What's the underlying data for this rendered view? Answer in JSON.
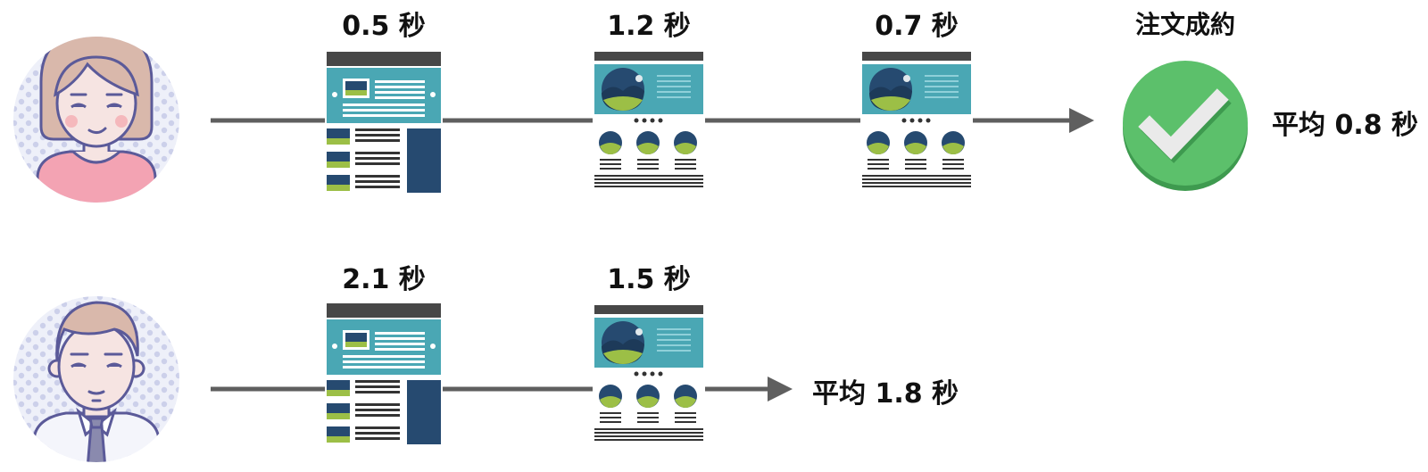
{
  "rows": [
    {
      "id": "row-1",
      "persona": "woman-avatar-icon",
      "steps": [
        {
          "label": "0.5 秒",
          "page": "list-page-icon"
        },
        {
          "label": "1.2 秒",
          "page": "gallery-page-icon"
        },
        {
          "label": "0.7 秒",
          "page": "gallery-page-icon"
        }
      ],
      "outcome": {
        "label": "注文成約",
        "icon": "checkmark-icon"
      },
      "average": "平均 0.8 秒"
    },
    {
      "id": "row-2",
      "persona": "man-avatar-icon",
      "steps": [
        {
          "label": "2.1 秒",
          "page": "list-page-icon"
        },
        {
          "label": "1.5 秒",
          "page": "gallery-page-icon"
        }
      ],
      "average": "平均 1.8 秒"
    }
  ],
  "colors": {
    "line": "#5f5f5f",
    "teal": "#4aa7b4",
    "navy": "#264a70",
    "header": "#474747",
    "green": "#5cc06b",
    "skin": "#f6e4e2",
    "hair": "#d9b8ab",
    "outline": "#5b5a99",
    "pink": "#f3a3b3"
  }
}
